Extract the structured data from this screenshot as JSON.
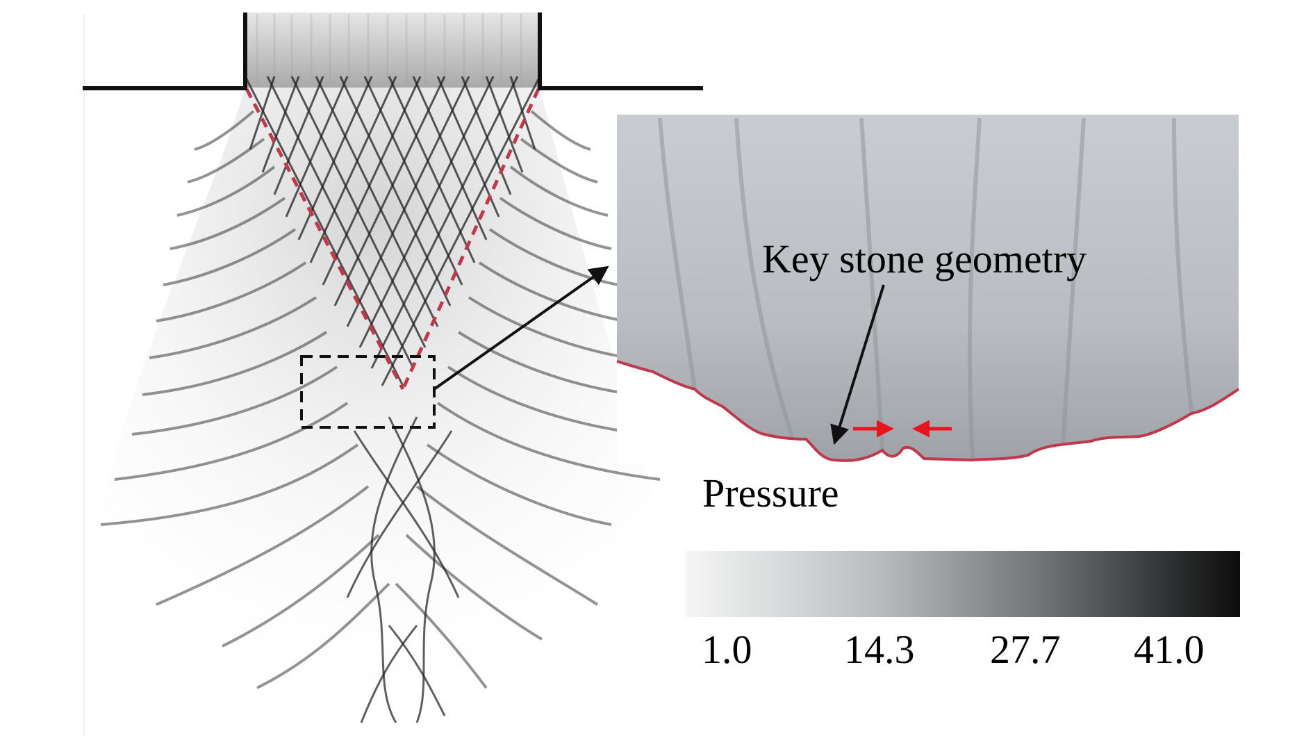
{
  "annotation": {
    "label": "Key stone geometry"
  },
  "colorbar": {
    "title": "Pressure",
    "ticks": [
      "1.0",
      "14.3",
      "27.7",
      "41.0"
    ],
    "min": 1.0,
    "max": 41.0,
    "color_low": "#f4f4f4",
    "color_high": "#0d0d0d"
  },
  "colors": {
    "detonation_front": "#c0384b",
    "compression_arrows": "#e8141e",
    "lines": "#111111"
  }
}
